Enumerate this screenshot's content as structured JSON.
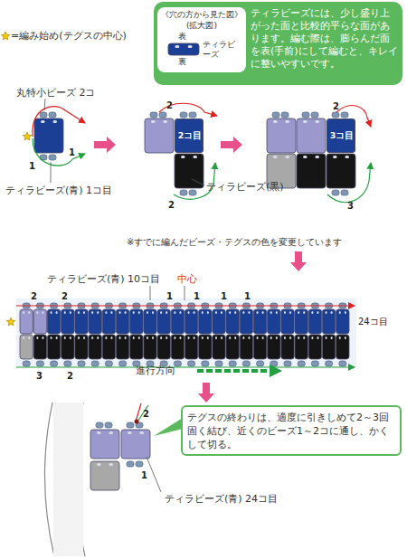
{
  "diagram": {
    "nodes": [
      {
        "text": [
          "ティラビーズには、少し盛り上がった面と比較的平らな面があります。編む際は、膨らんだ面を表(手前)にして編むと、キレイに整いやすいです。"
        ]
      },
      {
        "text": [
          "《穴の方から見た図》",
          "(拡大図)",
          "表",
          "ティラビーズ",
          "裏"
        ],
        "in": 0
      },
      {
        "text": [
          "2コ目"
        ]
      },
      {
        "text": [
          "3コ目"
        ]
      },
      {
        "text": [
          "テグスの終わりは、適度に引きしめて2～3回固く結び、近くのビーズ1～2コに通し、かくして切る。"
        ]
      }
    ],
    "labels": [
      "=編み始め(テグスの中心)",
      "丸特小ビーズ 2コ",
      "1",
      "1",
      "ティラビーズ(青) 1コ目",
      "2",
      "ティラビーズ(黒)",
      "2",
      "2",
      "3",
      "※すでに編んだビーズ・テグスの色を変更しています",
      "ティラビーズ(青) 10コ目",
      "中心",
      "2",
      "2",
      "1",
      "1",
      "1",
      "1",
      "24コ目",
      "3",
      "2",
      "進行方向",
      "2",
      "1",
      "ティラビーズ(青) 24コ目"
    ]
  }
}
